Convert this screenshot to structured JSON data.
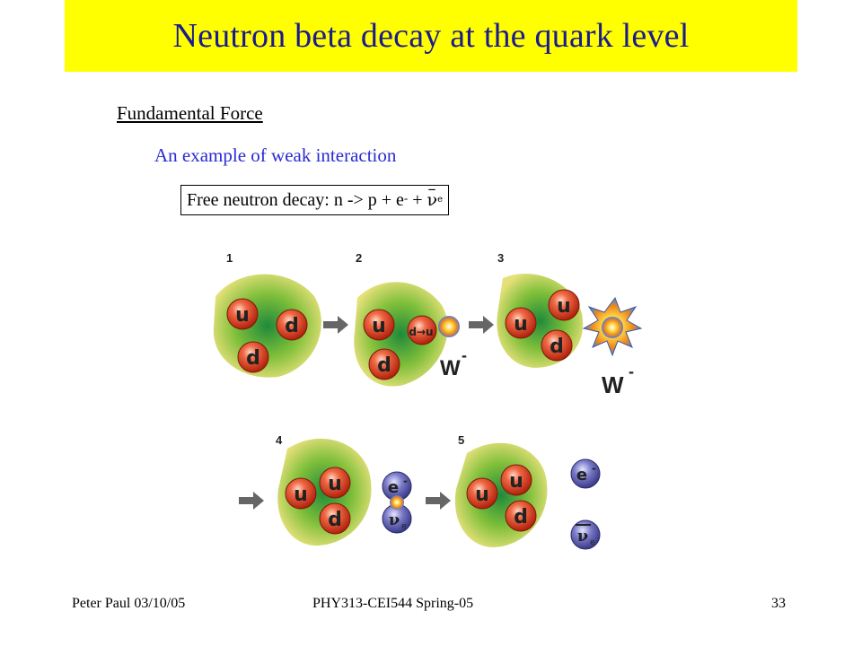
{
  "slide": {
    "title": "Neutron beta decay at the quark level",
    "section_heading": "Fundamental Force",
    "subheading": "An example of weak interaction",
    "decay_equation": {
      "prefix": "Free neutron decay: n -> p + e",
      "electron_charge": "-",
      "plus": " + ",
      "antineutrino_symbol": "ν",
      "antineutrino_bar": "–",
      "antineutrino_subscript": "e"
    },
    "colors": {
      "title_bar": "#ffff00",
      "title_text": "#1b1b8f",
      "subheading_text": "#2a2ad4",
      "quark_red": "#d83a1e",
      "lepton_purple": "#5b5bb0",
      "nucleon_cloud": "#c8d84a"
    }
  },
  "diagram": {
    "step_labels": [
      "1",
      "2",
      "3",
      "4",
      "5"
    ],
    "quark_up": "u",
    "quark_down": "d",
    "transition_label": "d→u",
    "boson_label": "W",
    "boson_charge": "-",
    "electron_label": "e",
    "electron_charge": "-",
    "neutrino_label": "ν",
    "neutrino_subscript": "e"
  },
  "footer": {
    "author_date": "Peter Paul 03/10/05",
    "course": "PHY313-CEI544 Spring-05",
    "page_number": "33"
  }
}
